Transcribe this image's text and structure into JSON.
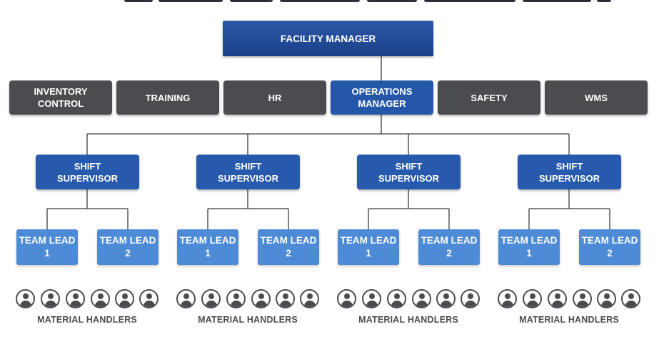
{
  "colors": {
    "manager_blue": "#1f4690",
    "department_gray": "#4b4c50",
    "supervisor_blue": "#2759ad",
    "team_lead_blue": "#4d8bd6",
    "icon_gray": "#4a4b4f"
  },
  "facility_manager": "FACILITY MANAGER",
  "departments": [
    {
      "label": "INVENTORY\nCONTROL",
      "highlight": false
    },
    {
      "label": "TRAINING",
      "highlight": false
    },
    {
      "label": "HR",
      "highlight": false
    },
    {
      "label": "OPERATIONS\nMANAGER",
      "highlight": true
    },
    {
      "label": "SAFETY",
      "highlight": false
    },
    {
      "label": "WMS",
      "highlight": false
    }
  ],
  "groups": [
    {
      "supervisor": "SHIFT\nSUPERVISOR",
      "leads": [
        "TEAM LEAD\n1",
        "TEAM LEAD\n2"
      ],
      "handlers_icon": "person-icon",
      "handlers_label": "MATERIAL HANDLERS"
    },
    {
      "supervisor": "SHIFT\nSUPERVISOR",
      "leads": [
        "TEAM LEAD\n1",
        "TEAM LEAD\n2"
      ],
      "handlers_icon": "person-icon",
      "handlers_label": "MATERIAL HANDLERS"
    },
    {
      "supervisor": "SHIFT\nSUPERVISOR",
      "leads": [
        "TEAM LEAD\n1",
        "TEAM LEAD\n2"
      ],
      "handlers_icon": "person-icon",
      "handlers_label": "MATERIAL HANDLERS"
    },
    {
      "supervisor": "SHIFT\nSUPERVISOR",
      "leads": [
        "TEAM LEAD\n1",
        "TEAM LEAD\n2"
      ],
      "handlers_icon": "person-icon",
      "handlers_label": "MATERIAL HANDLERS"
    }
  ]
}
